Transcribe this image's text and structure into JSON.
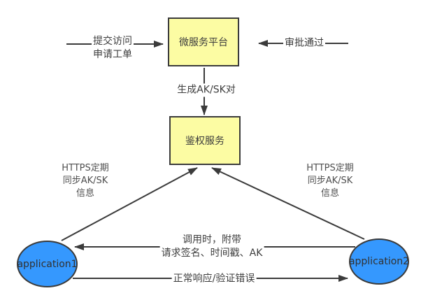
{
  "diagram": {
    "colors": {
      "background": "#ffffff",
      "process_fill": "#fcfca3",
      "process_border": "#3b3b3b",
      "application_fill": "#3598fe",
      "line": "#3b3b3b",
      "text": "#3d3d3d"
    },
    "nodes": {
      "platform": {
        "label": "微服务平台"
      },
      "auth": {
        "label": "鉴权服务"
      },
      "app1": {
        "label": "application1"
      },
      "app2": {
        "label": "application2"
      }
    },
    "edges": {
      "submit": {
        "label": "提交访问\n申请工单",
        "from": "external-left",
        "to": "platform"
      },
      "approval": {
        "label": "审批通过",
        "from": "external-right",
        "to": "platform"
      },
      "generate": {
        "label": "生成AK/SK对",
        "from": "platform",
        "to": "auth"
      },
      "sync_left": {
        "label": "HTTPS定期\n同步AK/SK\n信息",
        "from": "app1",
        "to": "auth"
      },
      "sync_right": {
        "label": "HTTPS定期\n同步AK/SK\n信息",
        "from": "app2",
        "to": "auth"
      },
      "call": {
        "label": "调用时，附带\n请求签名、时间戳、AK",
        "from": "app2",
        "to": "app1"
      },
      "response": {
        "label": "正常响应/验证错误",
        "from": "app1",
        "to": "app2"
      }
    }
  }
}
